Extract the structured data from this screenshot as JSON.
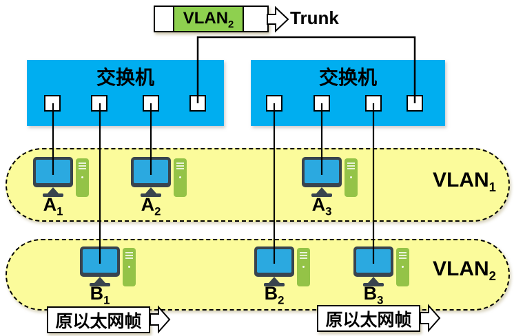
{
  "colors": {
    "switch_blue": "#00AEF0",
    "vlan_yellow": "#FBFB9B",
    "tag_green": "#8ED04F",
    "screen_blue": "#2BA9E0",
    "monitor_dark": "#39444E",
    "tower_green": "#94C347",
    "line_black": "#000000"
  },
  "header": {
    "frame_tag": {
      "text": "VLAN",
      "sub": "2"
    },
    "trunk_label": "Trunk"
  },
  "switches": [
    {
      "label": "交换机",
      "ports": 4
    },
    {
      "label": "交换机",
      "ports": 4
    }
  ],
  "vlans": [
    {
      "label": {
        "text": "VLAN",
        "sub": "1"
      }
    },
    {
      "label": {
        "text": "VLAN",
        "sub": "2"
      }
    }
  ],
  "hosts": [
    {
      "label": {
        "text": "A",
        "sub": "1"
      },
      "vlan": "VLAN1"
    },
    {
      "label": {
        "text": "A",
        "sub": "2"
      },
      "vlan": "VLAN1"
    },
    {
      "label": {
        "text": "A",
        "sub": "3"
      },
      "vlan": "VLAN1"
    },
    {
      "label": {
        "text": "B",
        "sub": "1"
      },
      "vlan": "VLAN2"
    },
    {
      "label": {
        "text": "B",
        "sub": "2"
      },
      "vlan": "VLAN2"
    },
    {
      "label": {
        "text": "B",
        "sub": "3"
      },
      "vlan": "VLAN2"
    }
  ],
  "frame_labels": [
    "原以太网帧",
    "原以太网帧"
  ]
}
